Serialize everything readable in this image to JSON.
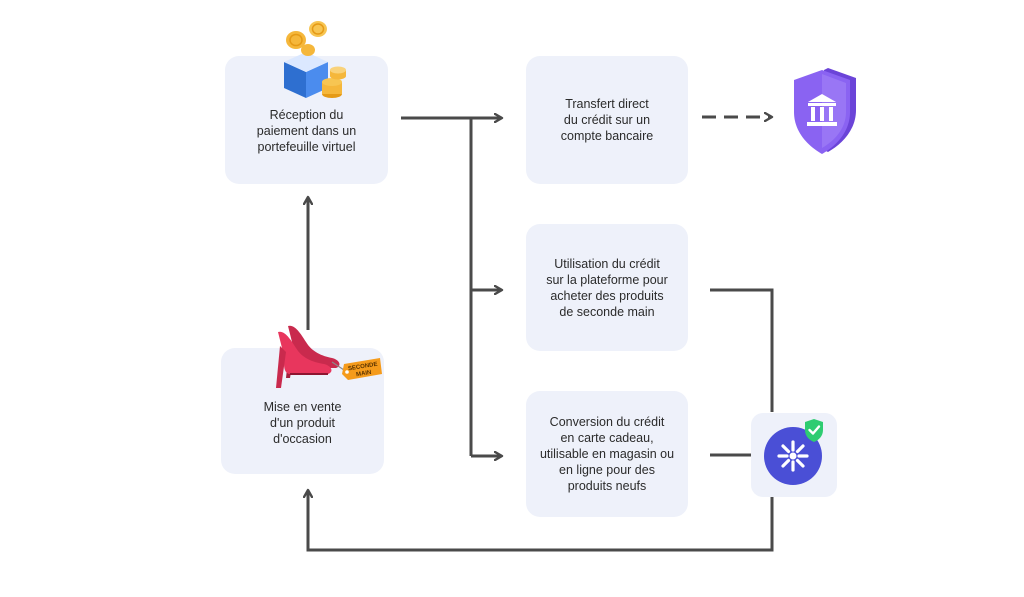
{
  "nodes": {
    "reception": "Réception du\npaiement dans un\nportefeuille virtuel",
    "transfert": "Transfert direct\ndu crédit sur un\ncompte bancaire",
    "utilisation": "Utilisation du crédit\nsur la plateforme pour\nacheter des produits\nde seconde main",
    "conversion": "Conversion du crédit\nen carte cadeau,\nutilisable en magasin ou\nen ligne pour des\nproduits neufs",
    "vente": "Mise en vente\nd'un produit\nd'occasion"
  },
  "tag_text": "SECONDE\nMAIN",
  "colors": {
    "card_bg": "#eef1fa",
    "line": "#4a4a4a",
    "coin": "#f5b73b",
    "box": "#3d7fe0",
    "bank_shield": "#8a63f2",
    "shoe": "#e8365d",
    "tag": "#f59b1b",
    "partner_logo": "#4a4fd6",
    "check_badge": "#2ecc71"
  },
  "icons": {
    "reception": "wallet-coins-icon",
    "transfert": "bank-shield-icon",
    "vente": "high-heels-icon",
    "partner": "partner-logo-icon"
  }
}
